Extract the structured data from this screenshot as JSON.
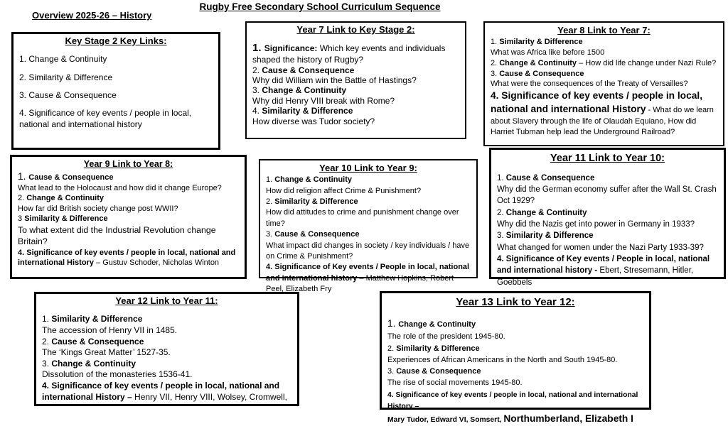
{
  "page": {
    "main_title": "Rugby Free Secondary School Curriculum Sequence",
    "overview_title": "Overview 2025-26 – History"
  },
  "boxes": [
    {
      "id": "key-stage-2",
      "title": "Key Stage 2 Key Links:",
      "lines": [
        [],
        [
          {
            "t": "1. Change & Continuity"
          }
        ],
        [],
        [
          {
            "t": "2. Similarity & Difference"
          }
        ],
        [],
        [
          {
            "t": "3. Cause & Consequence"
          }
        ],
        [],
        [
          {
            "t": "4. Significance of key events / people in local, national and international history"
          }
        ]
      ]
    },
    {
      "id": "year-7",
      "title": "Year 7 Link to Key Stage 2:",
      "lines": [
        [],
        [
          {
            "t": "1. ",
            "b": true,
            "sz": "lg"
          },
          {
            "t": "Significance:",
            "b": true
          },
          {
            "t": " Which key events and individuals shaped the history of Rugby?"
          }
        ],
        [
          {
            "t": "2. "
          },
          {
            "t": "Cause & Consequence",
            "b": true
          }
        ],
        [
          {
            "t": "Why did William win the Battle of Hastings?"
          }
        ],
        [
          {
            "t": "3. "
          },
          {
            "t": "Change & Continuity",
            "b": true
          }
        ],
        [
          {
            "t": "Why did Henry VIII break with Rome?"
          }
        ],
        [
          {
            "t": "4. "
          },
          {
            "t": "Similarity & Difference",
            "b": true
          }
        ],
        [
          {
            "t": "How diverse was Tudor society?"
          }
        ]
      ]
    },
    {
      "id": "year-8",
      "title": "Year 8 Link to Year 7:",
      "lines": [
        [
          {
            "t": "1. "
          },
          {
            "t": "Similarity & Difference",
            "b": true
          }
        ],
        [
          {
            "t": "What was Africa like before 1500"
          }
        ],
        [
          {
            "t": "2. "
          },
          {
            "t": "Change & Continuity",
            "b": true
          },
          {
            "t": " – How did life change under Nazi Rule?"
          }
        ],
        [
          {
            "t": "3. "
          },
          {
            "t": "Cause & Consequence",
            "b": true
          }
        ],
        [
          {
            "t": "What were the consequences of the Treaty of Versailles?"
          }
        ],
        [
          {
            "t": "4. Significance of key events / people in local, national and international History",
            "b": true,
            "sz": "lg"
          },
          {
            "t": " - What do we learn about Slavery through the life of Olaudah Equiano, How did Harriet Tubman help lead the Underground Railroad?"
          }
        ]
      ]
    },
    {
      "id": "year-9",
      "title": "Year 9 Link to Year 8:",
      "lines": [
        [
          {
            "t": "1. ",
            "sz": "lg"
          },
          {
            "t": "Cause & Consequence",
            "b": true
          }
        ],
        [
          {
            "t": "What lead to the Holocaust and how did it change Europe?"
          }
        ],
        [
          {
            "t": "2. "
          },
          {
            "t": "Change & Continuity",
            "b": true
          }
        ],
        [
          {
            "t": "How far did British society change post WWII?"
          }
        ],
        [
          {
            "t": "3 "
          },
          {
            "t": "Similarity & Difference",
            "b": true
          }
        ],
        [
          {
            "t": "To what extent did the Industrial Revolution change Britain?",
            "sz": "md"
          }
        ],
        [
          {
            "t": "4. Significance of key events / people in local, national and international History",
            "b": true
          },
          {
            "t": " – Gustuv Schoder, Nicholas Winton"
          }
        ]
      ]
    },
    {
      "id": "year-10",
      "title": "Year 10 Link to Year 9:",
      "lines": [
        [
          {
            "t": "1. "
          },
          {
            "t": "Change & Continuity",
            "b": true
          }
        ],
        [
          {
            "t": "How did religion affect Crime & Punishment?"
          }
        ],
        [
          {
            "t": "2. "
          },
          {
            "t": "Similarity & Difference",
            "b": true
          }
        ],
        [
          {
            "t": "How did attitudes  to crime and punishment change over time?"
          }
        ],
        [
          {
            "t": "3. "
          },
          {
            "t": "Cause & Consequence",
            "b": true
          }
        ],
        [
          {
            "t": "What impact did changes in society / key individuals / have on Crime & Punishment?"
          }
        ],
        [
          {
            "t": "4. Significance of Key events / People in local, national and international history",
            "b": true
          },
          {
            "t": " – Matthew Hopkins, Robert Peel, Elizabeth Fry"
          }
        ]
      ]
    },
    {
      "id": "year-11",
      "title": "Year 11 Link to Year 10:",
      "lines": [
        [],
        [
          {
            "t": "1. "
          },
          {
            "t": "Cause & Consequence",
            "b": true
          }
        ],
        [
          {
            "t": "Why did the German economy suffer after the Wall St. Crash Oct 1929?"
          }
        ],
        [
          {
            "t": "2. "
          },
          {
            "t": "Change & Continuity",
            "b": true
          }
        ],
        [
          {
            "t": "Why did the Nazis get into power in Germany in 1933?"
          }
        ],
        [
          {
            "t": "3. "
          },
          {
            "t": "Similarity & Difference",
            "b": true
          }
        ],
        [
          {
            "t": "What changed for women under the Nazi Party 1933-39?"
          }
        ],
        [
          {
            "t": "4. Significance of Key events / People in local, national and international history -",
            "b": true
          },
          {
            "t": "  Ebert, Stresemann, Hitler, Goebbels"
          }
        ]
      ]
    },
    {
      "id": "year-12",
      "title": "Year 12 Link to Year 11:",
      "lines": [
        [],
        [
          {
            "t": "1. "
          },
          {
            "t": "Similarity & Difference",
            "b": true
          }
        ],
        [
          {
            "t": "The accession of Henry VII in 1485."
          }
        ],
        [
          {
            "t": "2. "
          },
          {
            "t": "Cause & Consequence",
            "b": true
          }
        ],
        [
          {
            "t": "The ‘Kings Great Matter’ 1527-35."
          }
        ],
        [
          {
            "t": "3. "
          },
          {
            "t": "Change & Continuity",
            "b": true
          }
        ],
        [
          {
            "t": "Dissolution of the monasteries 1536-41."
          }
        ],
        [
          {
            "t": "4. Significance of key events / people in local, national and international History –",
            "b": true
          },
          {
            "t": " Henry VII, Henry VIII, Wolsey, Cromwell,"
          }
        ]
      ]
    },
    {
      "id": "year-13",
      "title": "Year 13 Link to Year 12:",
      "lines": [
        [],
        [
          {
            "t": "1. ",
            "sz": "lg"
          },
          {
            "t": "Change & Continuity",
            "b": true
          }
        ],
        [
          {
            "t": "The role of the president 1945-80."
          }
        ],
        [
          {
            "t": "2. "
          },
          {
            "t": "Similarity & Difference",
            "b": true
          }
        ],
        [
          {
            "t": "Experiences of African Americans in the North and South 1945-80."
          }
        ],
        [
          {
            "t": "3. "
          },
          {
            "t": "Cause & Consequence",
            "b": true
          }
        ],
        [
          {
            "t": "The rise of social movements 1945-80."
          }
        ],
        [
          {
            "t": "4. Significance of key events / people in local, national and international History –",
            "b": true,
            "sz": "sm"
          }
        ],
        [
          {
            "t": "Mary Tudor, Edward VI, Somsert, ",
            "b": true,
            "sz": "sm"
          },
          {
            "t": "Northumberland, Elizabeth I",
            "b": true,
            "sz": "lg"
          }
        ]
      ]
    }
  ]
}
